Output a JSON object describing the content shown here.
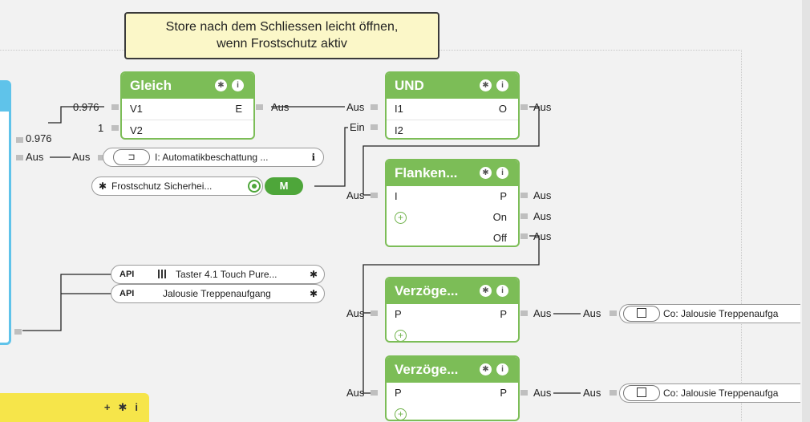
{
  "comment": {
    "line1": "Store nach dem Schliessen leicht öffnen,",
    "line2": "wenn Frostschutz aktiv"
  },
  "blocks": {
    "gleich": {
      "title": "Gleich",
      "in1": "V1",
      "in2": "V2",
      "out1": "E"
    },
    "und": {
      "title": "UND",
      "in1": "I1",
      "in2": "I2",
      "out1": "O"
    },
    "flanken": {
      "title": "Flanken...",
      "in1": "I",
      "out1": "P",
      "out2": "On",
      "out3": "Off"
    },
    "verz1": {
      "title": "Verzöge...",
      "in1": "P",
      "out1": "P"
    },
    "verz2": {
      "title": "Verzöge...",
      "in1": "P",
      "out1": "P"
    }
  },
  "labels": {
    "v1_val": "0.976",
    "v2_val": "1",
    "left_val": "0.976",
    "left_aus": "Aus",
    "aus_mid": "Aus",
    "gleich_out": "Aus",
    "und_in1": "Aus",
    "und_in2": "Ein",
    "und_out": "Aus",
    "flank_in": "Aus",
    "flank_p": "Aus",
    "flank_on": "Aus",
    "flank_off": "Aus",
    "verz1_in": "Aus",
    "verz1_out": "Aus",
    "verz1_link": "Aus",
    "verz2_in": "Aus",
    "verz2_out": "Aus",
    "verz2_link": "Aus"
  },
  "pills": {
    "automatik": "I: Automatikbeschattung ...",
    "frost": "Frostschutz Sicherhei...",
    "toggle": "M",
    "api1_tag": "API",
    "api1_text": "Taster 4.1 Touch Pure...",
    "api2_tag": "API",
    "api2_text": "Jalousie Treppenaufgang",
    "out1": "Co: Jalousie Treppenaufga",
    "out2": "Co: Jalousie Treppenaufga"
  },
  "icons": {
    "settings": "gear-icon",
    "info": "info-icon",
    "add": "plus-icon"
  },
  "colors": {
    "block": "#7cbd57",
    "toggle": "#4ea63a",
    "comment": "#fbf7c8",
    "left_node": "#5fc3ea",
    "yellow_node": "#f6e54a"
  }
}
